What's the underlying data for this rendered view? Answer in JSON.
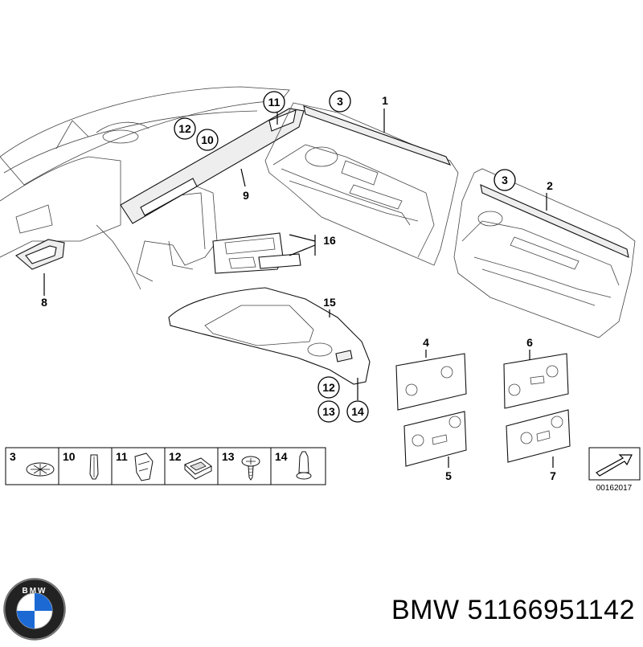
{
  "callouts": {
    "c1": "1",
    "c2": "2",
    "c3a": "3",
    "c3b": "3",
    "c4": "4",
    "c5": "5",
    "c6": "6",
    "c7": "7",
    "c8": "8",
    "c9": "9",
    "c10": "10",
    "c11": "11",
    "c12a": "12",
    "c12b": "12",
    "c13": "13",
    "c14": "14",
    "c15": "15",
    "c16": "16"
  },
  "legend": [
    {
      "num": "3",
      "icon": "clip-star-icon"
    },
    {
      "num": "10",
      "icon": "expanding-rivet-icon"
    },
    {
      "num": "11",
      "icon": "spring-clip-icon"
    },
    {
      "num": "12",
      "icon": "clip-nut-icon"
    },
    {
      "num": "13",
      "icon": "screw-icon"
    },
    {
      "num": "14",
      "icon": "plastic-rivet-icon"
    }
  ],
  "diagram_code": "00162017",
  "caption": {
    "brand": "BMW",
    "part_number": "51166951142"
  },
  "logo": {
    "name": "bmw-logo-icon",
    "text": "BMW"
  },
  "colors": {
    "logo_blue": "#1c69d4",
    "line": "#000000"
  }
}
